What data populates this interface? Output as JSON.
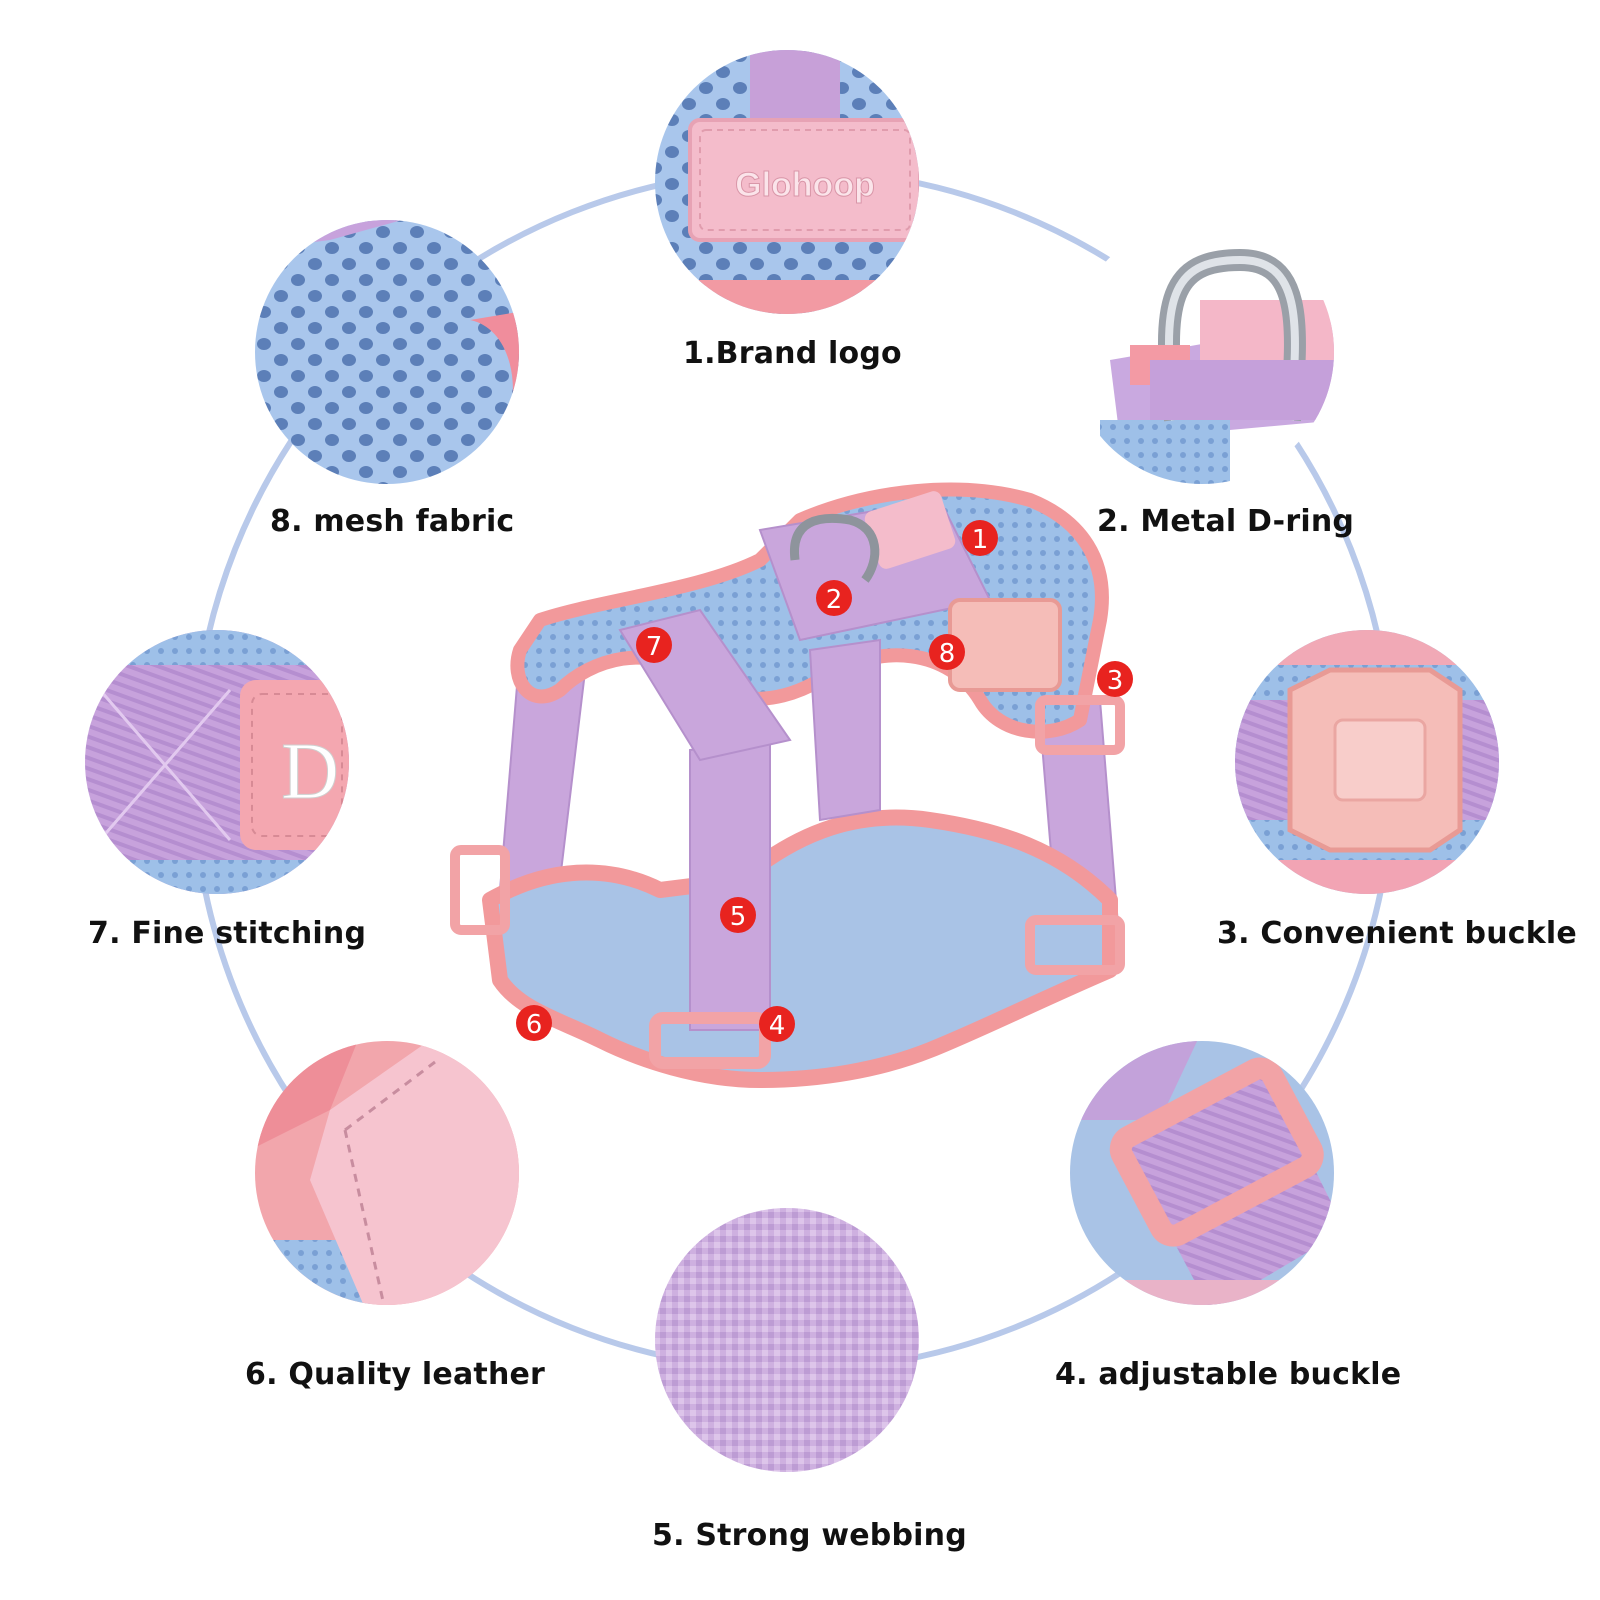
{
  "brand_logo_text": "Glohoop",
  "tag_letter": "D",
  "features": [
    {
      "number": "1",
      "label": "1.Brand logo"
    },
    {
      "number": "2",
      "label": "2. Metal D-ring"
    },
    {
      "number": "3",
      "label": "3. Convenient buckle"
    },
    {
      "number": "4",
      "label": "4. adjustable buckle"
    },
    {
      "number": "5",
      "label": "5. Strong webbing"
    },
    {
      "number": "6",
      "label": "6. Quality leather"
    },
    {
      "number": "7",
      "label": "7. Fine stitching"
    },
    {
      "number": "8",
      "label": "8. mesh fabric"
    }
  ],
  "colors": {
    "ring": "#b8c9ea",
    "lavender": "#c9a6dc",
    "pink": "#ef9a98",
    "mesh_blue": "#8fb1dc",
    "marker_red": "#e8231f"
  }
}
